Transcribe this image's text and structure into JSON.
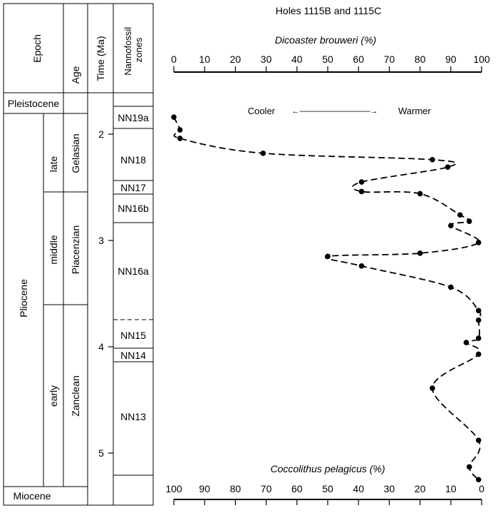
{
  "chart_data": {
    "type": "line",
    "title": "Holes 1115B and 1115C",
    "top_axis": {
      "label": "Dicoaster brouweri (%)",
      "range": [
        0,
        100
      ],
      "ticks": [
        "0",
        "10",
        "20",
        "30",
        "40",
        "50",
        "60",
        "70",
        "80",
        "90",
        "100"
      ]
    },
    "bottom_axis": {
      "label": "Coccolithus pelagicus (%)",
      "range": [
        100,
        0
      ],
      "ticks": [
        "100",
        "90",
        "80",
        "70",
        "60",
        "50",
        "40",
        "30",
        "20",
        "10",
        "0"
      ]
    },
    "y_axis": {
      "label": "Time (Ma)",
      "range": [
        1.7,
        5.55
      ],
      "ticks": [
        "2",
        "3",
        "4",
        "5"
      ]
    },
    "annotation": {
      "cooler": "Cooler",
      "warmer": "Warmer",
      "arrow": "←—————————→"
    },
    "series": [
      {
        "points": [
          {
            "x": 0,
            "y": 1.84
          },
          {
            "x": 2,
            "y": 1.96
          },
          {
            "x": 2,
            "y": 2.04
          },
          {
            "x": 29,
            "y": 2.18
          },
          {
            "x": 84,
            "y": 2.24
          },
          {
            "x": 89,
            "y": 2.31
          },
          {
            "x": 61,
            "y": 2.45
          },
          {
            "x": 61,
            "y": 2.54
          },
          {
            "x": 80,
            "y": 2.56
          },
          {
            "x": 93,
            "y": 2.76
          },
          {
            "x": 96,
            "y": 2.82
          },
          {
            "x": 90,
            "y": 2.86
          },
          {
            "x": 99,
            "y": 3.02
          },
          {
            "x": 80,
            "y": 3.12
          },
          {
            "x": 50,
            "y": 3.15
          },
          {
            "x": 61,
            "y": 3.24
          },
          {
            "x": 90,
            "y": 3.44
          },
          {
            "x": 99,
            "y": 3.66
          },
          {
            "x": 99,
            "y": 3.75
          },
          {
            "x": 99,
            "y": 3.92
          },
          {
            "x": 95,
            "y": 3.96
          },
          {
            "x": 99,
            "y": 4.07
          },
          {
            "x": 84,
            "y": 4.39
          },
          {
            "x": 99,
            "y": 4.88
          },
          {
            "x": 96,
            "y": 5.13
          },
          {
            "x": 99,
            "y": 5.25
          }
        ]
      }
    ]
  },
  "stratigraphy": {
    "headers": {
      "epoch": "Epoch",
      "age": "Age",
      "time": "Time (Ma)",
      "zones": "Nannofossil zones"
    },
    "epochs": {
      "pleistocene": "Pleistocene",
      "pliocene": "Pliocene",
      "miocene": "Miocene"
    },
    "subepochs": {
      "late": "late",
      "middle": "middle",
      "early": "early"
    },
    "ages": {
      "gelasian": "Gelasian",
      "piacenzian": "Piacenzian",
      "zanclean": "Zanclean"
    },
    "zones": {
      "nn19a": "NN19a",
      "nn18": "NN18",
      "nn17": "NN17",
      "nn16b": "NN16b",
      "nn16a": "NN16a",
      "nn15": "NN15",
      "nn14": "NN14",
      "nn13": "NN13"
    }
  }
}
